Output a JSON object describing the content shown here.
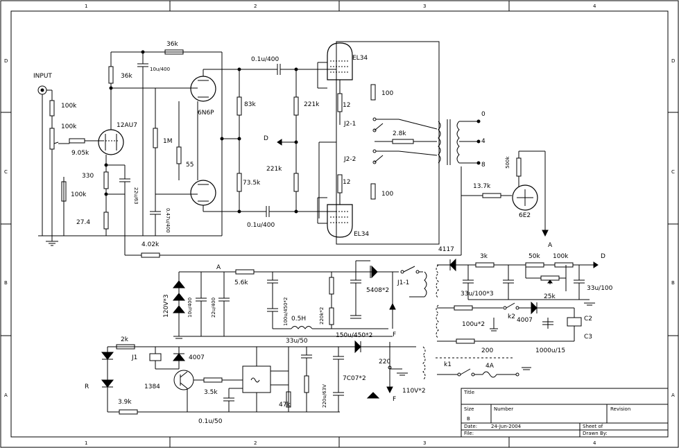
{
  "frame": {
    "col_labels": [
      "1",
      "2",
      "3",
      "4"
    ],
    "row_labels_left": [
      "D",
      "C",
      "B",
      "A"
    ],
    "row_labels_right": [
      "D",
      "C",
      "B",
      "A"
    ]
  },
  "labels": {
    "input": "INPUT",
    "v1": "12AU7",
    "v2": "6N6P",
    "v3": "EL34",
    "v4": "EL34",
    "v5": "6E2",
    "r_36k_top": "36k",
    "r_36k": "36k",
    "c_10u": "10u/400",
    "c_01u_top": "0.1u/400",
    "r_100k_a": "100k",
    "r_100k_b": "100k",
    "r_9_05k": "9.05k",
    "r_330": "330",
    "r_100k_c": "100k",
    "r_27_4": "27.4",
    "c_22u": "22u/63",
    "r_1m": "1M",
    "r_55": "55",
    "c_047u": "0.47u/400",
    "r_83k": "83k",
    "r_73_5k": "73.5k",
    "r_221k_a": "221k",
    "r_221k_b": "221k",
    "c_01u_bot": "0.1u/400",
    "d_label": "D",
    "r_12_a": "12",
    "r_12_b": "12",
    "r_100_a": "100",
    "r_100_b": "100",
    "j2_1": "J2-1",
    "j2_2": "J2-2",
    "r_2_8k": "2.8k",
    "tap_0": "0",
    "tap_4": "4",
    "tap_8": "8",
    "r_13_7k": "13.7k",
    "r_500k": "500k",
    "a_label": "A",
    "r_4_02k": "4.02k",
    "a_node": "A",
    "r_5_6k": "5.6k",
    "d_120v": "120V*3",
    "c_10u400": "10u/400",
    "c_22u400": "22u/400",
    "c_100u": "100u/450*2",
    "l_05h": "0.5H",
    "r_220k": "220k*2",
    "c_150u": "150u/450*2",
    "d_5408": "5408*2",
    "j1_1": "J1-1",
    "c_33u100": "33u/100",
    "c_33u100_2": "33u/100*3",
    "r_3k": "3k",
    "r_50k": "50k",
    "r_100k_d": "100k",
    "d_node": "D",
    "r_25k": "25k",
    "c_100u2": "100u*2",
    "k2": "k2",
    "d_4007": "4007",
    "c2": "C2",
    "c3": "C3",
    "r_200": "200",
    "c_1000u": "1000u/15",
    "k1": "k1",
    "fuse_4a": "4A",
    "r_2k": "2k",
    "j1": "J1",
    "d_4007b": "4007",
    "rlabel": "R",
    "q_label": "1384",
    "r_3_5k": "3.5k",
    "r_3_9k": "3.9k",
    "c_01u50": "0.1u/50",
    "r_470k": "47k",
    "c_33u50": "33u/50",
    "r_220": "220",
    "c_220u": "220u/63V",
    "ic_7c07": "7C07*2",
    "f_top": "F",
    "f_bot": "F",
    "misc_110v": "110V*2",
    "wire_4117": "4117"
  },
  "title_block": {
    "title_label": "Title",
    "size_label": "Size",
    "number_label": "Number",
    "revision_label": "Revision",
    "b_label": "B",
    "date_label": "Date:",
    "date_value": "24-Jun-2004",
    "sheet_label": "Sheet  of",
    "file_label": "File:",
    "drawn_label": "Drawn By:"
  }
}
